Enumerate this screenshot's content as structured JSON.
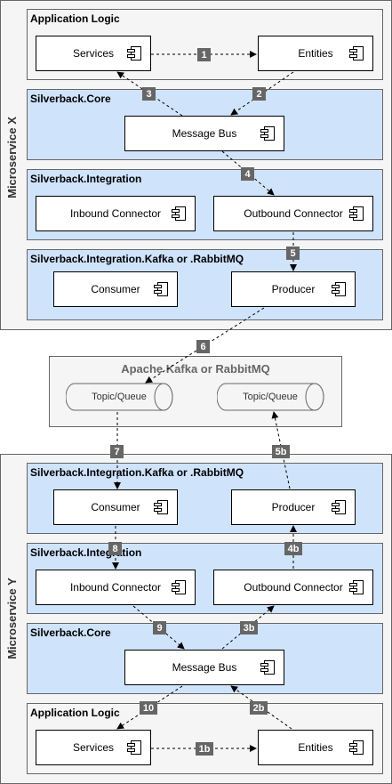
{
  "microservice_x": {
    "label": "Microservice X",
    "app_logic": {
      "title": "Application Logic",
      "services": "Services",
      "entities": "Entities"
    },
    "core": {
      "title": "Silverback.Core",
      "message_bus": "Message Bus"
    },
    "integration": {
      "title": "Silverback.Integration",
      "inbound": "Inbound Connector",
      "outbound": "Outbound Connector"
    },
    "kafka": {
      "title": "Silverback.Integration.Kafka or .RabbitMQ",
      "consumer": "Consumer",
      "producer": "Producer"
    }
  },
  "broker": {
    "title": "Apache Kafka or RabbitMQ",
    "topic_left": "Topic/Queue",
    "topic_right": "Topic/Queue"
  },
  "microservice_y": {
    "label": "Microservice Y",
    "kafka": {
      "title": "Silverback.Integration.Kafka or .RabbitMQ",
      "consumer": "Consumer",
      "producer": "Producer"
    },
    "integration": {
      "title": "Silverback.Integration",
      "inbound": "Inbound Connector",
      "outbound": "Outbound Connector"
    },
    "core": {
      "title": "Silverback.Core",
      "message_bus": "Message Bus"
    },
    "app_logic": {
      "title": "Application Logic",
      "services": "Services",
      "entities": "Entities"
    }
  },
  "steps": {
    "s1": "1",
    "s2": "2",
    "s3": "3",
    "s4": "4",
    "s5": "5",
    "s6": "6",
    "s7": "7",
    "s8": "8",
    "s9": "9",
    "s10": "10",
    "s1b": "1b",
    "s2b": "2b",
    "s3b": "3b",
    "s4b": "4b",
    "s5b": "5b"
  },
  "colors": {
    "blue_layer": "#cfe3fb",
    "grey_layer": "#f5f5f5",
    "badge": "#666666"
  }
}
